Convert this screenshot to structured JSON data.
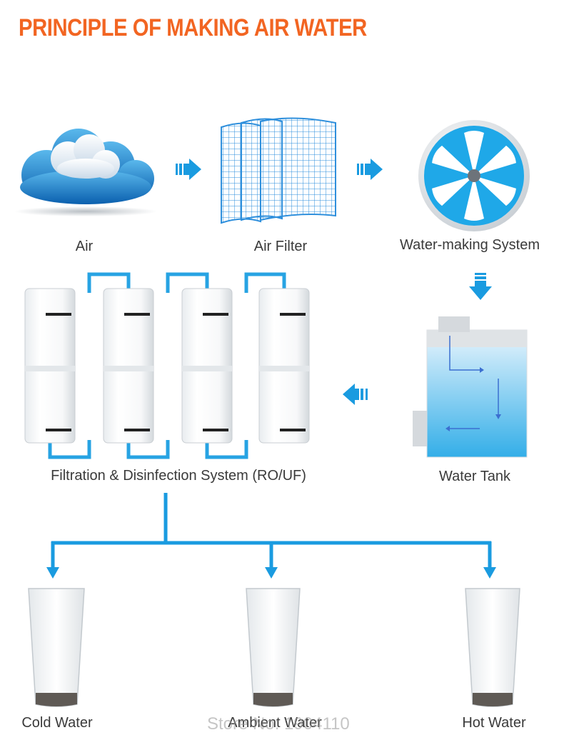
{
  "title": "PRINCIPLE OF MAKING AIR WATER",
  "steps": {
    "air": "Air",
    "air_filter": "Air Filter",
    "water_making": "Water-making System",
    "water_tank": "Water Tank",
    "filtration": "Filtration & Disinfection System (RO/UF)"
  },
  "outputs": {
    "cold": "Cold Water",
    "ambient": "Ambient Water",
    "hot": "Hot Water"
  },
  "watermark": "Store No: 1904110",
  "colors": {
    "title": "#f26522",
    "flow": "#1a9be0",
    "pipe": "#27a3e3"
  }
}
